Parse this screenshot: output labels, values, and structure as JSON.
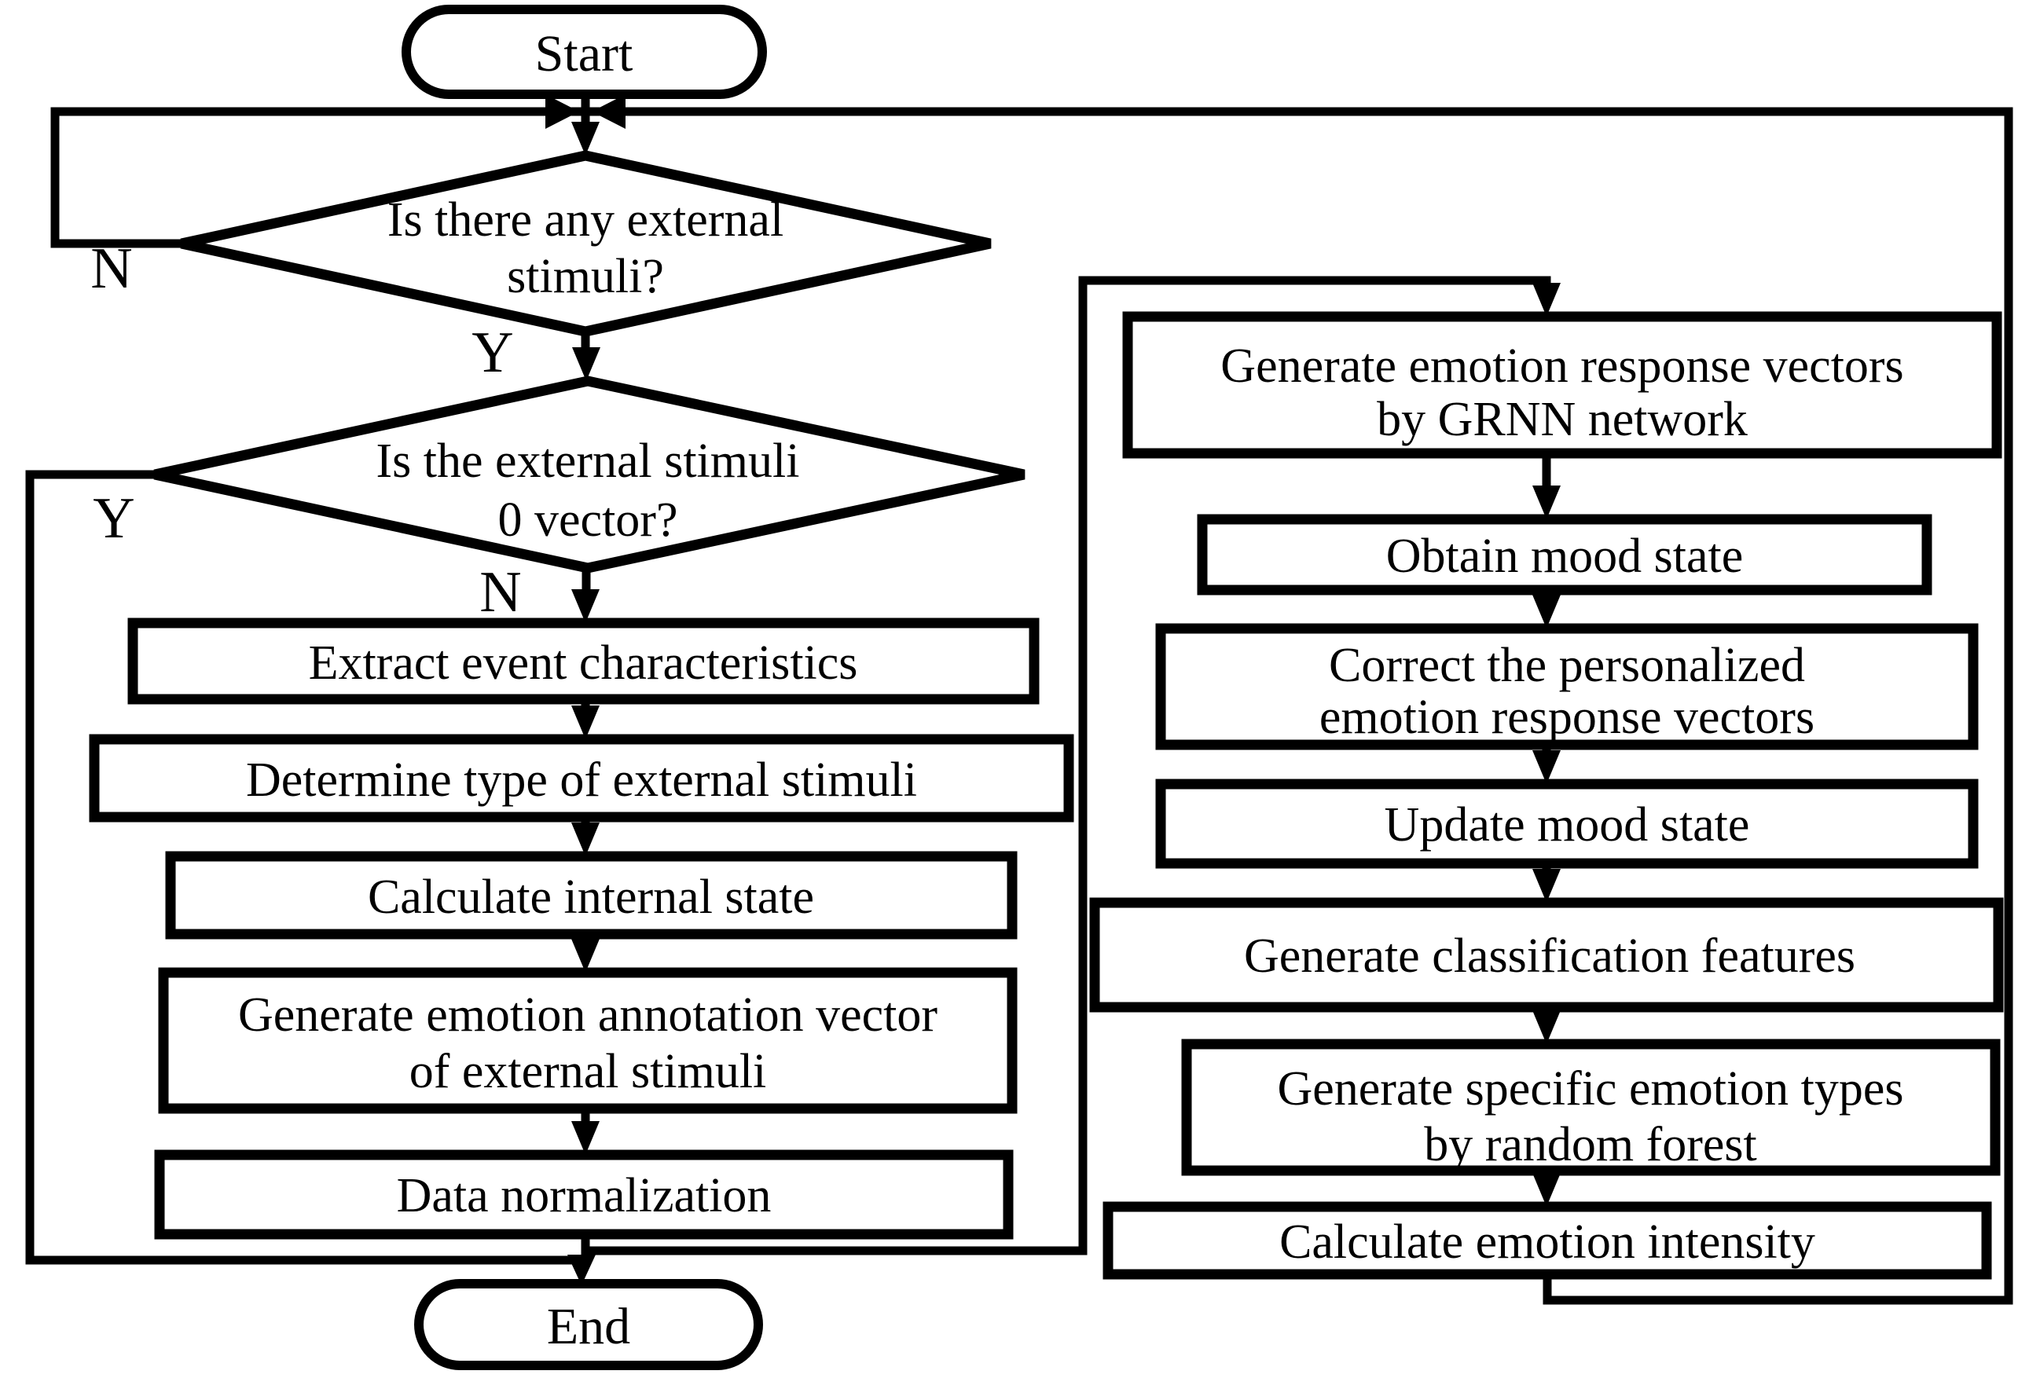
{
  "flowchart": {
    "start_label": "Start",
    "end_label": "End",
    "decision_external": {
      "line1": "Is there any external",
      "line2": "stimuli?",
      "no_label": "N",
      "yes_label": "Y"
    },
    "decision_zero_vector": {
      "line1": "Is the external stimuli",
      "line2": "0 vector?",
      "yes_label": "Y",
      "no_label": "N"
    },
    "left_steps": [
      {
        "line1": "Extract event characteristics"
      },
      {
        "line1": "Determine type of external stimuli"
      },
      {
        "line1": "Calculate internal state"
      },
      {
        "line1": "Generate emotion annotation vector",
        "line2": "of external stimuli"
      },
      {
        "line1": "Data normalization"
      }
    ],
    "right_steps": [
      {
        "line1": "Generate emotion response vectors",
        "line2": "by GRNN network"
      },
      {
        "line1": "Obtain mood state"
      },
      {
        "line1": "Correct the personalized",
        "line2": "emotion response vectors"
      },
      {
        "line1": "Update mood state"
      },
      {
        "line1": "Generate classification features"
      },
      {
        "line1": "Generate specific emotion types",
        "line2": "by random forest"
      },
      {
        "line1": "Calculate emotion intensity"
      }
    ],
    "colors": {
      "line": "#000000",
      "fill": "#ffffff",
      "text": "#000000"
    }
  }
}
